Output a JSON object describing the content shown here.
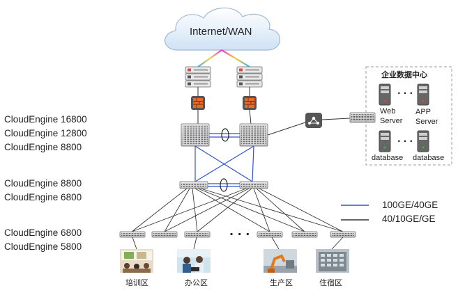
{
  "cloud": {
    "label": "Internet/WAN"
  },
  "tiers": {
    "core": [
      "CloudEngine 16800",
      "CloudEngine 12800",
      "CloudEngine 8800"
    ],
    "aggregation": [
      "CloudEngine 8800",
      "CloudEngine 6800"
    ],
    "access": [
      "CloudEngine 6800",
      "CloudEngine 5800"
    ]
  },
  "datacenter": {
    "title": "企业数据中心",
    "servers": [
      {
        "label_line1": "Web",
        "label_line2": "Server"
      },
      {
        "label_line1": "APP",
        "label_line2": "Server"
      }
    ],
    "databases": [
      {
        "label": "database"
      },
      {
        "label": "database"
      }
    ],
    "ellipsis": "· · ·"
  },
  "ellipsis_access": "· · ·",
  "legend": {
    "items": [
      {
        "label": "100GE/40GE",
        "color": "#2f55d4"
      },
      {
        "label": "40/10GE/GE",
        "color": "#333333"
      }
    ]
  },
  "zones": [
    {
      "label": "培训区"
    },
    {
      "label": "办公区"
    },
    {
      "label": "生产区"
    },
    {
      "label": "住宿区"
    }
  ]
}
